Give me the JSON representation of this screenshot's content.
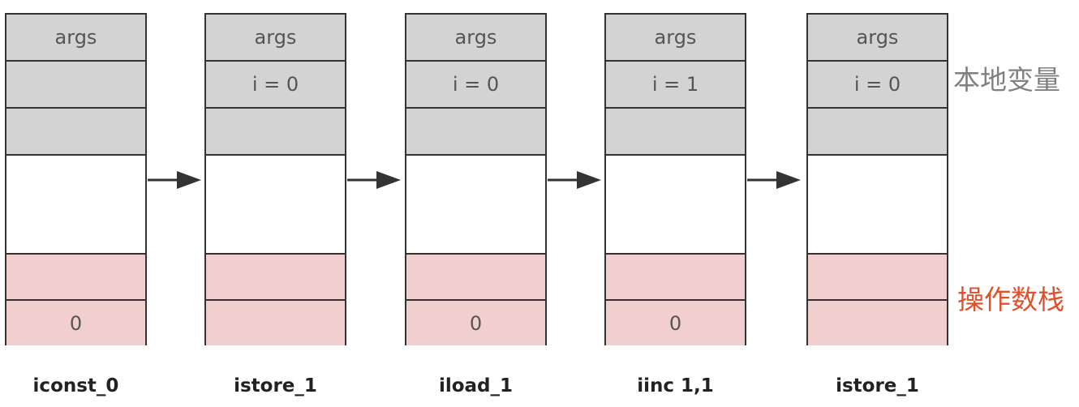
{
  "colors": {
    "local_fill": "#d3d3d3",
    "stack_fill": "#f2cfcf",
    "border": "#333333",
    "local_label": "#808080",
    "stack_label": "#e0502a"
  },
  "labels": {
    "local_variables": "本地变量",
    "operand_stack": "操作数栈"
  },
  "frames": [
    {
      "instruction": "iconst_0",
      "cells": [
        "args",
        "",
        "",
        "",
        "",
        "0"
      ]
    },
    {
      "instruction": "istore_1",
      "cells": [
        "args",
        "i = 0",
        "",
        "",
        "",
        ""
      ]
    },
    {
      "instruction": "iload_1",
      "cells": [
        "args",
        "i = 0",
        "",
        "",
        "",
        "0"
      ]
    },
    {
      "instruction": "iinc 1,1",
      "cells": [
        "args",
        "i = 1",
        "",
        "",
        "",
        "0"
      ]
    },
    {
      "instruction": "istore_1",
      "cells": [
        "args",
        "i = 0",
        "",
        "",
        "",
        ""
      ]
    }
  ]
}
